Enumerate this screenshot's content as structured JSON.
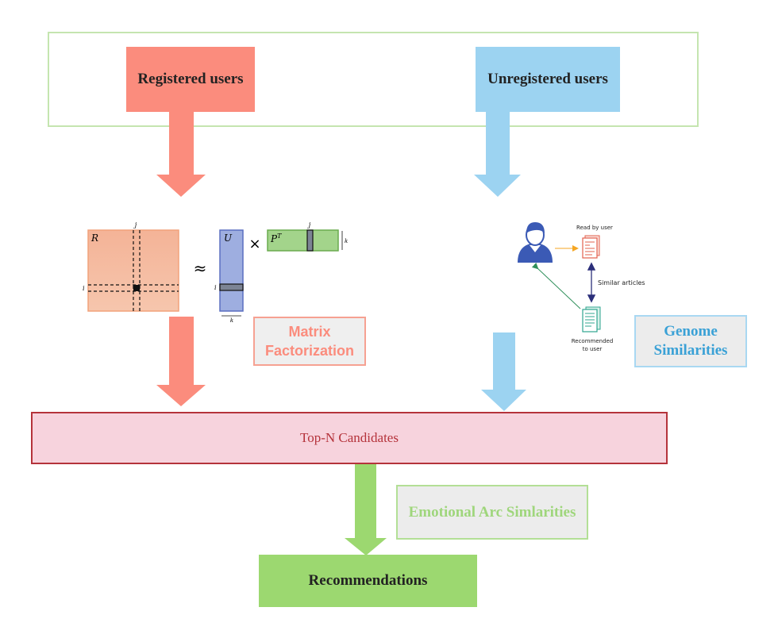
{
  "title_boxes": {
    "registered": "Registered users",
    "unregistered": "Unregistered users"
  },
  "matrix_factorization": {
    "label": "Matrix Factorization",
    "r_symbol": "R",
    "u_symbol": "U",
    "p_symbol": "P",
    "p_superscript": "T",
    "approx_symbol": "≈",
    "times_symbol": "×",
    "index_i": "i",
    "index_j": "j",
    "index_k": "k"
  },
  "genome": {
    "label": "Genome Similarities",
    "read_by_user": "Read by user",
    "similar_articles": "Similar articles",
    "recommended_line1": "Recommended",
    "recommended_line2": "to user"
  },
  "candidates": "Top-N Candidates",
  "emotional": "Emotional Arc Simlarities",
  "recommendations": "Recommendations",
  "colors": {
    "registered": "#fb8c7d",
    "unregistered": "#9cd3f1",
    "green": "#9cd870",
    "candidates_border": "#b5333b",
    "candidates_fill": "#f7d3dd",
    "genome_text": "#3aa1d6",
    "user_icon": "#3b5ab5"
  },
  "icons": [
    "user-icon",
    "document-icon-read",
    "document-icon-recommended"
  ]
}
